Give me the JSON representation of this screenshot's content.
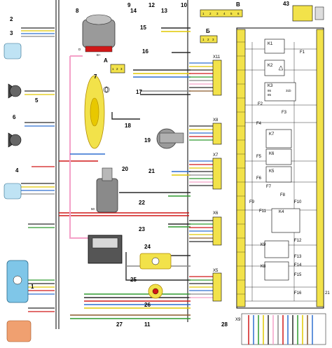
{
  "components": [
    {
      "label": "1"
    },
    {
      "label": "2"
    },
    {
      "label": "3"
    },
    {
      "label": "4"
    },
    {
      "label": "5"
    },
    {
      "label": "6"
    },
    {
      "label": "7"
    },
    {
      "label": "8"
    },
    {
      "label": "9"
    },
    {
      "label": "10"
    },
    {
      "label": "11"
    },
    {
      "label": "12"
    },
    {
      "label": "13"
    },
    {
      "label": "14"
    },
    {
      "label": "15"
    },
    {
      "label": "16"
    },
    {
      "label": "17"
    },
    {
      "label": "18"
    },
    {
      "label": "19"
    },
    {
      "label": "20"
    },
    {
      "label": "21"
    },
    {
      "label": "22"
    },
    {
      "label": "23"
    },
    {
      "label": "24"
    },
    {
      "label": "25"
    },
    {
      "label": "26"
    },
    {
      "label": "27"
    },
    {
      "label": "28"
    },
    {
      "label": "43"
    }
  ],
  "terminals": {
    "d": "D",
    "b_plus": "B+",
    "t50": "50",
    "t85": "85",
    "t86": "86",
    "t31b": "31b"
  },
  "block_labels": {
    "a": "A",
    "b": "Б",
    "v": "В"
  },
  "connectors": {
    "x11": "X11",
    "x8": "X8",
    "x7": "X7",
    "x6": "X6",
    "x5": "X5",
    "x9": "X9",
    "v_pins": [
      "1",
      "2",
      "3",
      "4",
      "5",
      "6"
    ],
    "b_pins": [
      "1",
      "2",
      "3"
    ],
    "a_pins": [
      "1",
      "2",
      "3"
    ]
  },
  "relays": [
    "K1",
    "K2",
    "K3",
    "K4",
    "K5",
    "K6",
    "K7",
    "K8",
    "K9"
  ],
  "fuses": [
    "F1",
    "F2",
    "F3",
    "F4",
    "F5",
    "F6",
    "F7",
    "F8",
    "F9",
    "F10",
    "F11",
    "F12",
    "F13",
    "F14",
    "F15",
    "F16"
  ],
  "page_ref": "21"
}
